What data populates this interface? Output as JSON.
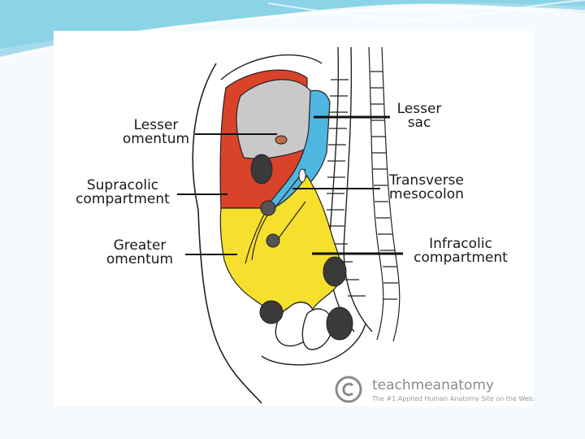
{
  "labels": {
    "lesser_omentum": "Lesser\nomentum",
    "supracolic_compartment": "Supracolic\ncompartment",
    "greater_omentum": "Greater\nomentum",
    "lesser_sac": "Lesser\nsac",
    "transverse_mesocolon": "Transverse\nmesocolon",
    "infracolic_compartment": "Infracolic\ncompartment"
  },
  "watermark": {
    "brand": "teachmeanatomy",
    "tagline": "The #1 Applied Human Anatomy Site on the Web."
  },
  "colors": {
    "supracolic": "#d9432a",
    "infracolic": "#f7df2e",
    "lesser_sac": "#4fb6e0",
    "header_teal": "#7fd0e6"
  }
}
